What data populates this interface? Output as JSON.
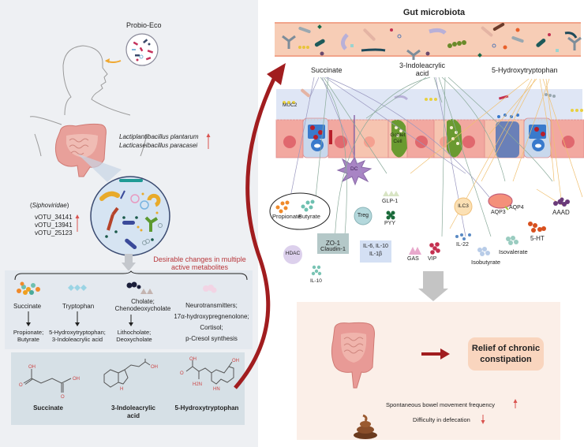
{
  "left": {
    "product": "Probio-Eco",
    "bacteria_up": [
      "Lactiplantibacillus plantarum",
      "Lacticaseibacillus paracasei"
    ],
    "phage_family": "Siphoviridae",
    "votus": [
      "vOTU_34141",
      "vOTU_13941",
      "vOTU_25123"
    ],
    "changes_caption_line1": "Desirable changes in multiple",
    "changes_caption_line2": "active metabolites",
    "metabolite_groups": [
      {
        "name": "Succinate",
        "products_line1": "Propionate;",
        "products_line2": "Butyrate"
      },
      {
        "name": "Tryptophan",
        "products_line1": "5-Hydroxytryptophan;",
        "products_line2": "3-Indoleacrylic acid"
      },
      {
        "name_line1": "Cholate;",
        "name_line2": "Chenodeoxycholate",
        "products_line1": "Lithocholate;",
        "products_line2": "Deoxycholate"
      },
      {
        "lines": [
          "Neurotransmitters;",
          "17α-hydroxypregnenolone;",
          "Cortisol;",
          "p-Cresol synthesis"
        ]
      }
    ],
    "structures": [
      {
        "name": "Succinate"
      },
      {
        "name_line1": "3-Indoleacrylic",
        "name_line2": "acid"
      },
      {
        "name": "5-Hydroxytryptophan"
      }
    ],
    "chem_labels": {
      "oh": "OH",
      "o": "O",
      "h": "H",
      "h2n": "H2N",
      "hn": "HN"
    }
  },
  "right": {
    "title": "Gut microbiota",
    "metabolites": {
      "succinate": "Succinate",
      "iaa_line1": "3-Indoleacrylic",
      "iaa_line2": "acid",
      "htp": "5-Hydroxytryptophan"
    },
    "muc2": "MUC2",
    "goblet_line1": "Goblet",
    "goblet_line2": "Cell",
    "dc": "DC",
    "propionate": "Propionate",
    "butyrate": "Butyrate",
    "hdac": "HDAC",
    "il10": "IL-10",
    "zo1_line1": "ZO-1",
    "zo1_line2": "Claudin-1",
    "treg": "Treg",
    "il_line1": "IL-6, IL-10",
    "il_line2": "IL-1β",
    "glp1": "GLP-1",
    "pyy": "PYY",
    "gas": "GAS",
    "vip": "VIP",
    "ilc3": "ILC3",
    "il22": "IL-22",
    "isobutyrate": "Isobutyrate",
    "isovalerate": "Isovalerate",
    "aqp3": "AQP3",
    "aqp4": "AQP4",
    "ht5": "5-HT",
    "aaad": "AAAD"
  },
  "outcome": {
    "relief_line1": "Relief of chronic",
    "relief_line2": "constipation",
    "effects": [
      {
        "text": "Spontaneous bowel movement frequency",
        "direction": "up"
      },
      {
        "text": "Difficulty in defecation",
        "direction": "down"
      }
    ]
  },
  "colors": {
    "accent_red": "#b8373b",
    "arrow_dark_red": "#a11d1f",
    "up_arrow": "#d9534f"
  }
}
